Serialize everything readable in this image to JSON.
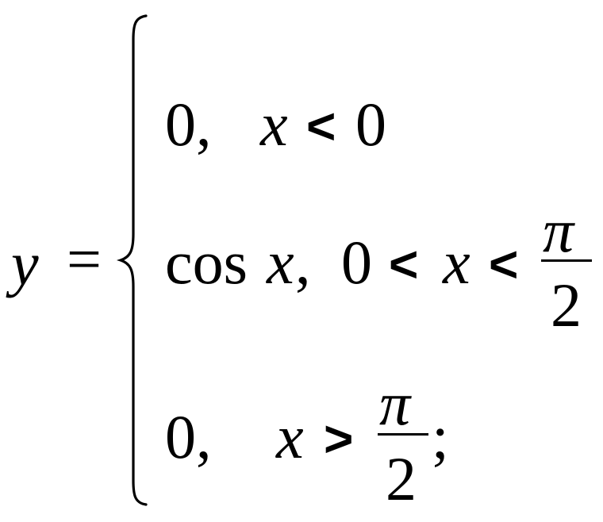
{
  "equation": {
    "lhs_var": "y",
    "equals": "=",
    "cases": [
      {
        "value": "0,",
        "condition": {
          "var": "x",
          "op": "<",
          "bound": "0"
        }
      },
      {
        "value_func": "cos",
        "value_var": "x",
        "value_comma": ",",
        "condition": {
          "lower": "0",
          "op1": "<",
          "var": "x",
          "op2": "<",
          "frac_num": "π",
          "frac_den": "2"
        }
      },
      {
        "value": "0,",
        "condition": {
          "var": "x",
          "op": ">",
          "frac_num": "π",
          "frac_den": "2",
          "end": ";"
        }
      }
    ]
  }
}
